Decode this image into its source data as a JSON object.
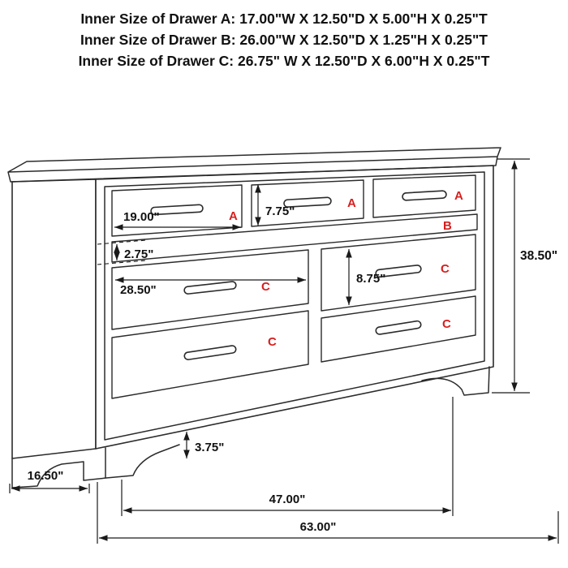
{
  "header": {
    "lines": [
      "Inner Size of Drawer A: 17.00\"W X 12.50\"D X 5.00\"H X 0.25\"T",
      "Inner Size of Drawer B: 26.00\"W X 12.50\"D X 1.25\"H X 0.25\"T",
      "Inner Size of Drawer C: 26.75\" W X 12.50\"D X 6.00\"H X 0.25\"T"
    ]
  },
  "diagram": {
    "subject": "dresser dimension drawing",
    "drawer_labels": {
      "top_left": "A",
      "top_center": "A",
      "top_right": "A",
      "jewelry_strip": "B",
      "mid_left": "C",
      "bottom_left": "C",
      "mid_right": "C",
      "bottom_right": "C"
    },
    "dims": {
      "drawer_a_width": "19.00\"",
      "top_drawer_height": "7.75\"",
      "strip_height": "2.75\"",
      "drawer_c_width": "28.50\"",
      "drawer_c_height": "8.75\"",
      "overall_height": "38.50\"",
      "foot_height": "3.75\"",
      "side_depth": "16.50\"",
      "leg_span": "47.00\"",
      "overall_width": "63.00\""
    },
    "colors": {
      "line": "#2b2b2b",
      "label_red": "#d61f1f",
      "text": "#111111"
    }
  }
}
